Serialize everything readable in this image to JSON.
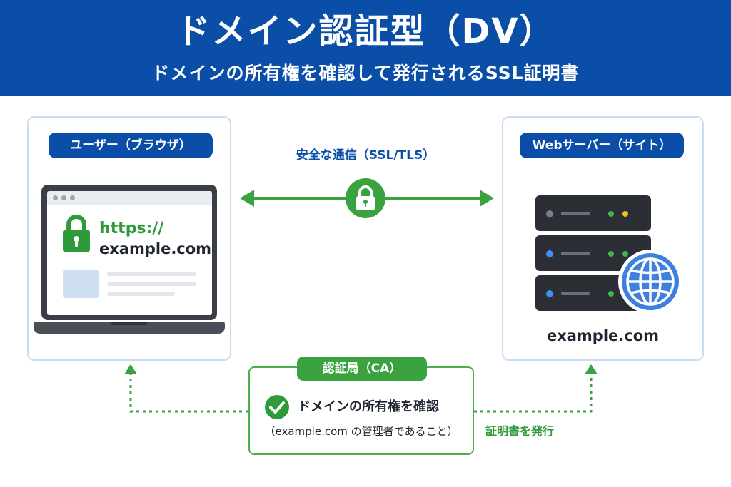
{
  "header": {
    "title": "ドメイン認証型（DV）",
    "subtitle": "ドメインの所有権を確認して発行されるSSL証明書"
  },
  "user": {
    "label": "ユーザー（ブラウザ）",
    "url_scheme": "https://",
    "url_domain": "example.com"
  },
  "communication": {
    "label": "安全な通信（SSL/TLS）"
  },
  "server": {
    "label": "Webサーバー（サイト）",
    "domain": "example.com"
  },
  "ca": {
    "label": "認証局（CA）",
    "verify_text": "ドメインの所有権を確認",
    "note": "（example.com の管理者であること）",
    "issue_label": "証明書を発行"
  },
  "colors": {
    "header_blue": "#0b4ea8",
    "accent_green": "#3aa340",
    "panel_border": "#c9dcf2",
    "globe_blue": "#3f7fe0"
  },
  "icons": [
    "lock-icon",
    "laptop-icon",
    "server-icon",
    "globe-icon",
    "check-circle-icon",
    "arrow-icon"
  ]
}
